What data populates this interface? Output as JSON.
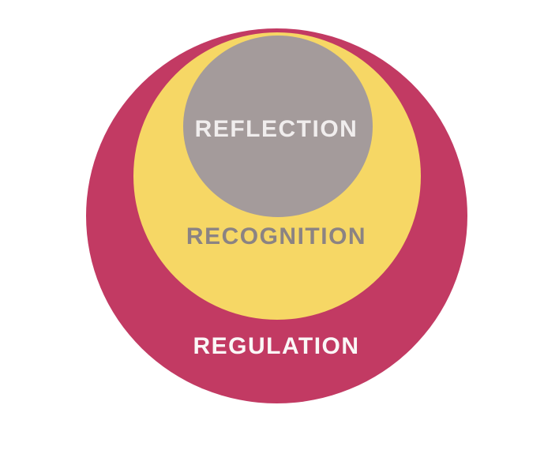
{
  "diagram": {
    "type": "nested-circles",
    "description": "Three nested circles tangent near the top, representing levels: Regulation contains Recognition contains Reflection",
    "background_color": "#ffffff",
    "layers": [
      {
        "label": "REGULATION",
        "circle_color": "#c23a63",
        "label_color": "#faf7f7"
      },
      {
        "label": "RECOGNITION",
        "circle_color": "#f6d765",
        "label_color": "#8b8383"
      },
      {
        "label": "REFLECTION",
        "circle_color": "#a49b9b",
        "label_color": "#f0eded"
      }
    ]
  }
}
